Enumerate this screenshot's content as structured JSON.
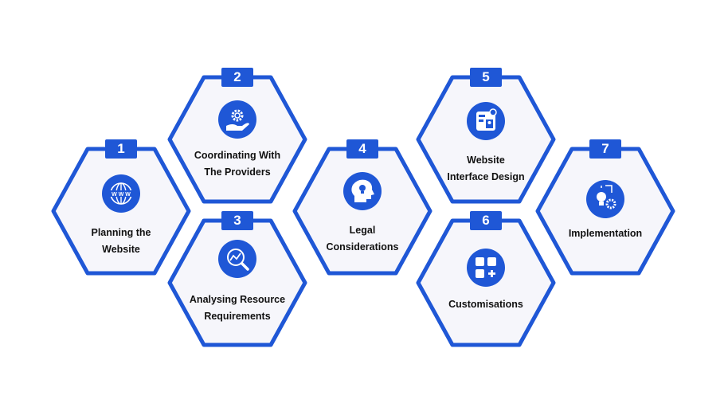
{
  "colors": {
    "accent": "#1f57d6",
    "fill": "#f6f6fb"
  },
  "steps": [
    {
      "number": "1",
      "title": "Planning the Website",
      "lines": [
        "Planning the",
        "Website"
      ],
      "icon": "globe-www-icon"
    },
    {
      "number": "2",
      "title": "Coordinating With The Providers",
      "lines": [
        "Coordinating With",
        "The Providers"
      ],
      "icon": "hand-gear-icon"
    },
    {
      "number": "3",
      "title": "Analysing Resource Requirements",
      "lines": [
        "Analysing Resource",
        "Requirements"
      ],
      "icon": "chart-magnifier-icon"
    },
    {
      "number": "4",
      "title": "Legal Considerations",
      "lines": [
        "Legal",
        "Considerations"
      ],
      "icon": "head-lightbulb-icon"
    },
    {
      "number": "5",
      "title": "Website Interface Design",
      "lines": [
        "Website",
        "Interface Design"
      ],
      "icon": "interface-layout-icon"
    },
    {
      "number": "6",
      "title": "Customisations",
      "lines": [
        "Customisations"
      ],
      "icon": "blocks-plus-icon"
    },
    {
      "number": "7",
      "title": "Implementation",
      "lines": [
        "Implementation"
      ],
      "icon": "bulb-gears-icon"
    }
  ]
}
